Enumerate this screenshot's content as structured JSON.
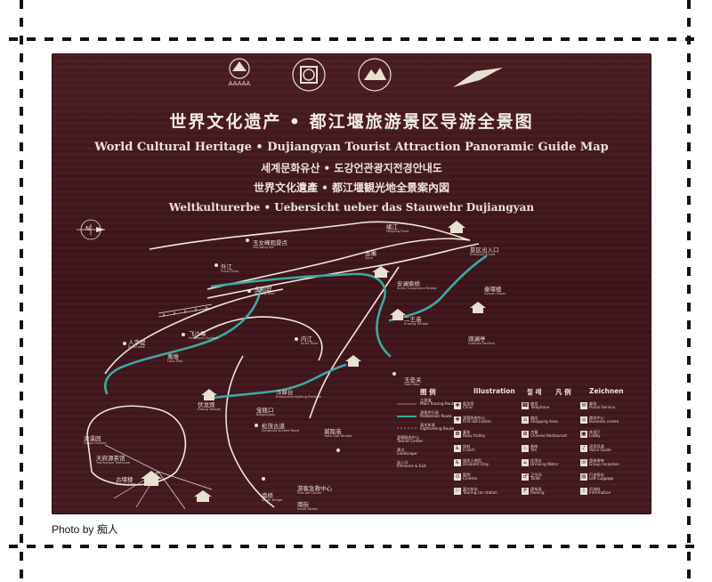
{
  "title": {
    "cn": "世界文化遗产 • 都江堰旅游景区导游全景图",
    "en": "World Cultural Heritage  •  Dujiangyan Tourist Attraction Panoramic Guide Map",
    "ko": "세계문화유산 • 도강언관광지전경안내도",
    "ja": "世界文化遺產 • 都江堰観光地全景案內図",
    "de": "Weltkulturerbe • Uebersicht ueber das Stauwehr Dujiangyan"
  },
  "logos": [
    "AAAAA"
  ],
  "compass": "N",
  "labels": [
    {
      "cn": "玉女峰观景点",
      "en": "Yunufeng Hill"
    },
    {
      "cn": "外江",
      "en": "Outer River"
    },
    {
      "cn": "金刚堤",
      "en": "Jingang Dike"
    },
    {
      "cn": "飞沙堰",
      "en": "Feishayan Spillway"
    },
    {
      "cn": "人字堤",
      "en": "Renzi Dike"
    },
    {
      "cn": "内江",
      "en": "Inner River"
    },
    {
      "cn": "离堆",
      "en": "Lidui Park"
    },
    {
      "cn": "南桥",
      "en": "South Bridge"
    },
    {
      "cn": "伏龙观",
      "en": "Fulong Temple"
    },
    {
      "cn": "二王庙",
      "en": "Erwang Temple"
    },
    {
      "cn": "安澜索桥",
      "en": "Anlan Suspension Bridge"
    },
    {
      "cn": "鱼嘴",
      "en": "Yuzui"
    },
    {
      "cn": "岷江",
      "en": "Minjiang River"
    },
    {
      "cn": "秦堰楼",
      "en": "Qinyan Tower"
    },
    {
      "cn": "景区出入口",
      "en": "Entrance & Exit"
    },
    {
      "cn": "玉垒关",
      "en": "Yulei Pass"
    },
    {
      "cn": "城隍庙",
      "en": "Town God Temple"
    },
    {
      "cn": "松茂古道",
      "en": "Songmao Ancient Road"
    },
    {
      "cn": "斗犀台",
      "en": "Rhinoceros-fighting Platform"
    },
    {
      "cn": "宝瓶口",
      "en": "Baopingkou"
    },
    {
      "cn": "清溪园",
      "en": "Qingxi Garden"
    },
    {
      "cn": "天府源茶馆",
      "en": "Tianfuyuan Teahouse"
    },
    {
      "cn": "古堰楼",
      "en": "Guyan Tower"
    },
    {
      "cn": "南街",
      "en": "South Street"
    },
    {
      "cn": "游客急救中心",
      "en": "First-aid Center"
    },
    {
      "cn": "观澜亭",
      "en": "Guanlan Pavilion"
    }
  ],
  "legend": {
    "headers": [
      "图 例",
      "Illustration",
      "필 례",
      "凡 例",
      "Zeichnen"
    ],
    "items": [
      {
        "icon": "✚",
        "cn": "医务室",
        "en": "Clinic"
      },
      {
        "icon": "☎",
        "cn": "电话",
        "en": "Telephone"
      },
      {
        "icon": "✉",
        "cn": "邮局",
        "en": "Postal Service"
      },
      {
        "icon": "✚",
        "cn": "游客急救中心",
        "en": "First-aid Center"
      },
      {
        "icon": "⌂",
        "cn": "商店",
        "en": "Shopping Area"
      },
      {
        "icon": "⌂",
        "cn": "商务中心",
        "en": "Business centre"
      },
      {
        "icon": "⊠",
        "cn": "童车",
        "en": "Baby trolley"
      },
      {
        "icon": "⊞",
        "cn": "中餐",
        "en": "Chinese Restaurant"
      },
      {
        "icon": "▣",
        "cn": "休息厅",
        "en": "Lobby"
      },
      {
        "icon": "♿",
        "cn": "拐杖",
        "en": "Crutch"
      },
      {
        "icon": "♨",
        "cn": "茶座",
        "en": "Tea"
      },
      {
        "icon": "♪",
        "cn": "语音导游",
        "en": "Voice Guide"
      },
      {
        "icon": "♿",
        "cn": "残疾人使用",
        "en": "Disabled Only"
      },
      {
        "icon": "☕",
        "cn": "饮用水",
        "en": "Drinking Water"
      },
      {
        "icon": "☏",
        "cn": "团体接待",
        "en": "Group reception"
      },
      {
        "icon": "⊙",
        "cn": "影院",
        "en": "Cinema"
      },
      {
        "icon": "♂",
        "cn": "卫生间",
        "en": "Toilet"
      },
      {
        "icon": "▤",
        "cn": "行李寄存",
        "en": "Left Luggage"
      },
      {
        "icon": "⚐",
        "cn": "观光车站",
        "en": "Touring car station"
      },
      {
        "icon": "P",
        "cn": "停车场",
        "en": "Parking"
      },
      {
        "icon": "i",
        "cn": "问询处",
        "en": "Information"
      }
    ],
    "lines": [
      {
        "cn": "主游道",
        "en": "Main Touring Route"
      },
      {
        "cn": "游客步行道",
        "en": "Pedestrian Route"
      },
      {
        "cn": "观光车道",
        "en": "Sightseeing Route"
      },
      {
        "cn": "游客服务中心",
        "en": "Tourist Center"
      },
      {
        "cn": "景点",
        "en": "Landscape"
      },
      {
        "cn": "出入口",
        "en": "Entrance & Exit"
      }
    ]
  },
  "caption": "Photo by 痴人"
}
